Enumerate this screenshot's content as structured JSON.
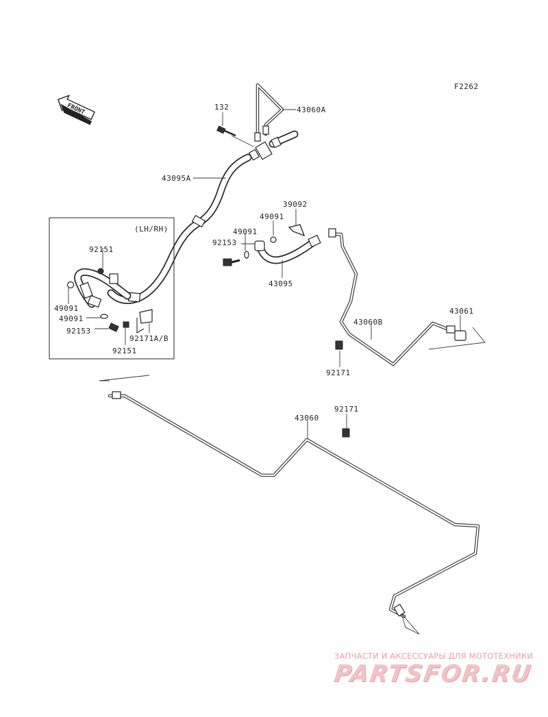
{
  "figure_code": "F2262",
  "front_marker": "FRONT",
  "inset_label": "(LH/RH)",
  "parts": {
    "p132": "132",
    "p43060A": "43060A",
    "p43095A": "43095A",
    "p39092": "39092",
    "p49091_a": "49091",
    "p49091_b": "49091",
    "p92153_a": "92153",
    "p43095": "43095",
    "p92151_a": "92151",
    "p49091_c": "49091",
    "p49091_d": "49091",
    "p92153_b": "92153",
    "p92171AB": "92171A/B",
    "p92151_b": "92151",
    "p43061": "43061",
    "p43060B": "43060B",
    "p92171_a": "92171",
    "p92171_b": "92171",
    "p43060": "43060"
  },
  "watermark": {
    "tagline": "ЗАПЧАСТИ И АКСЕССУАРЫ ДЛЯ МОТОТЕХНИКИ",
    "logo": "PARTSFOR.RU"
  }
}
